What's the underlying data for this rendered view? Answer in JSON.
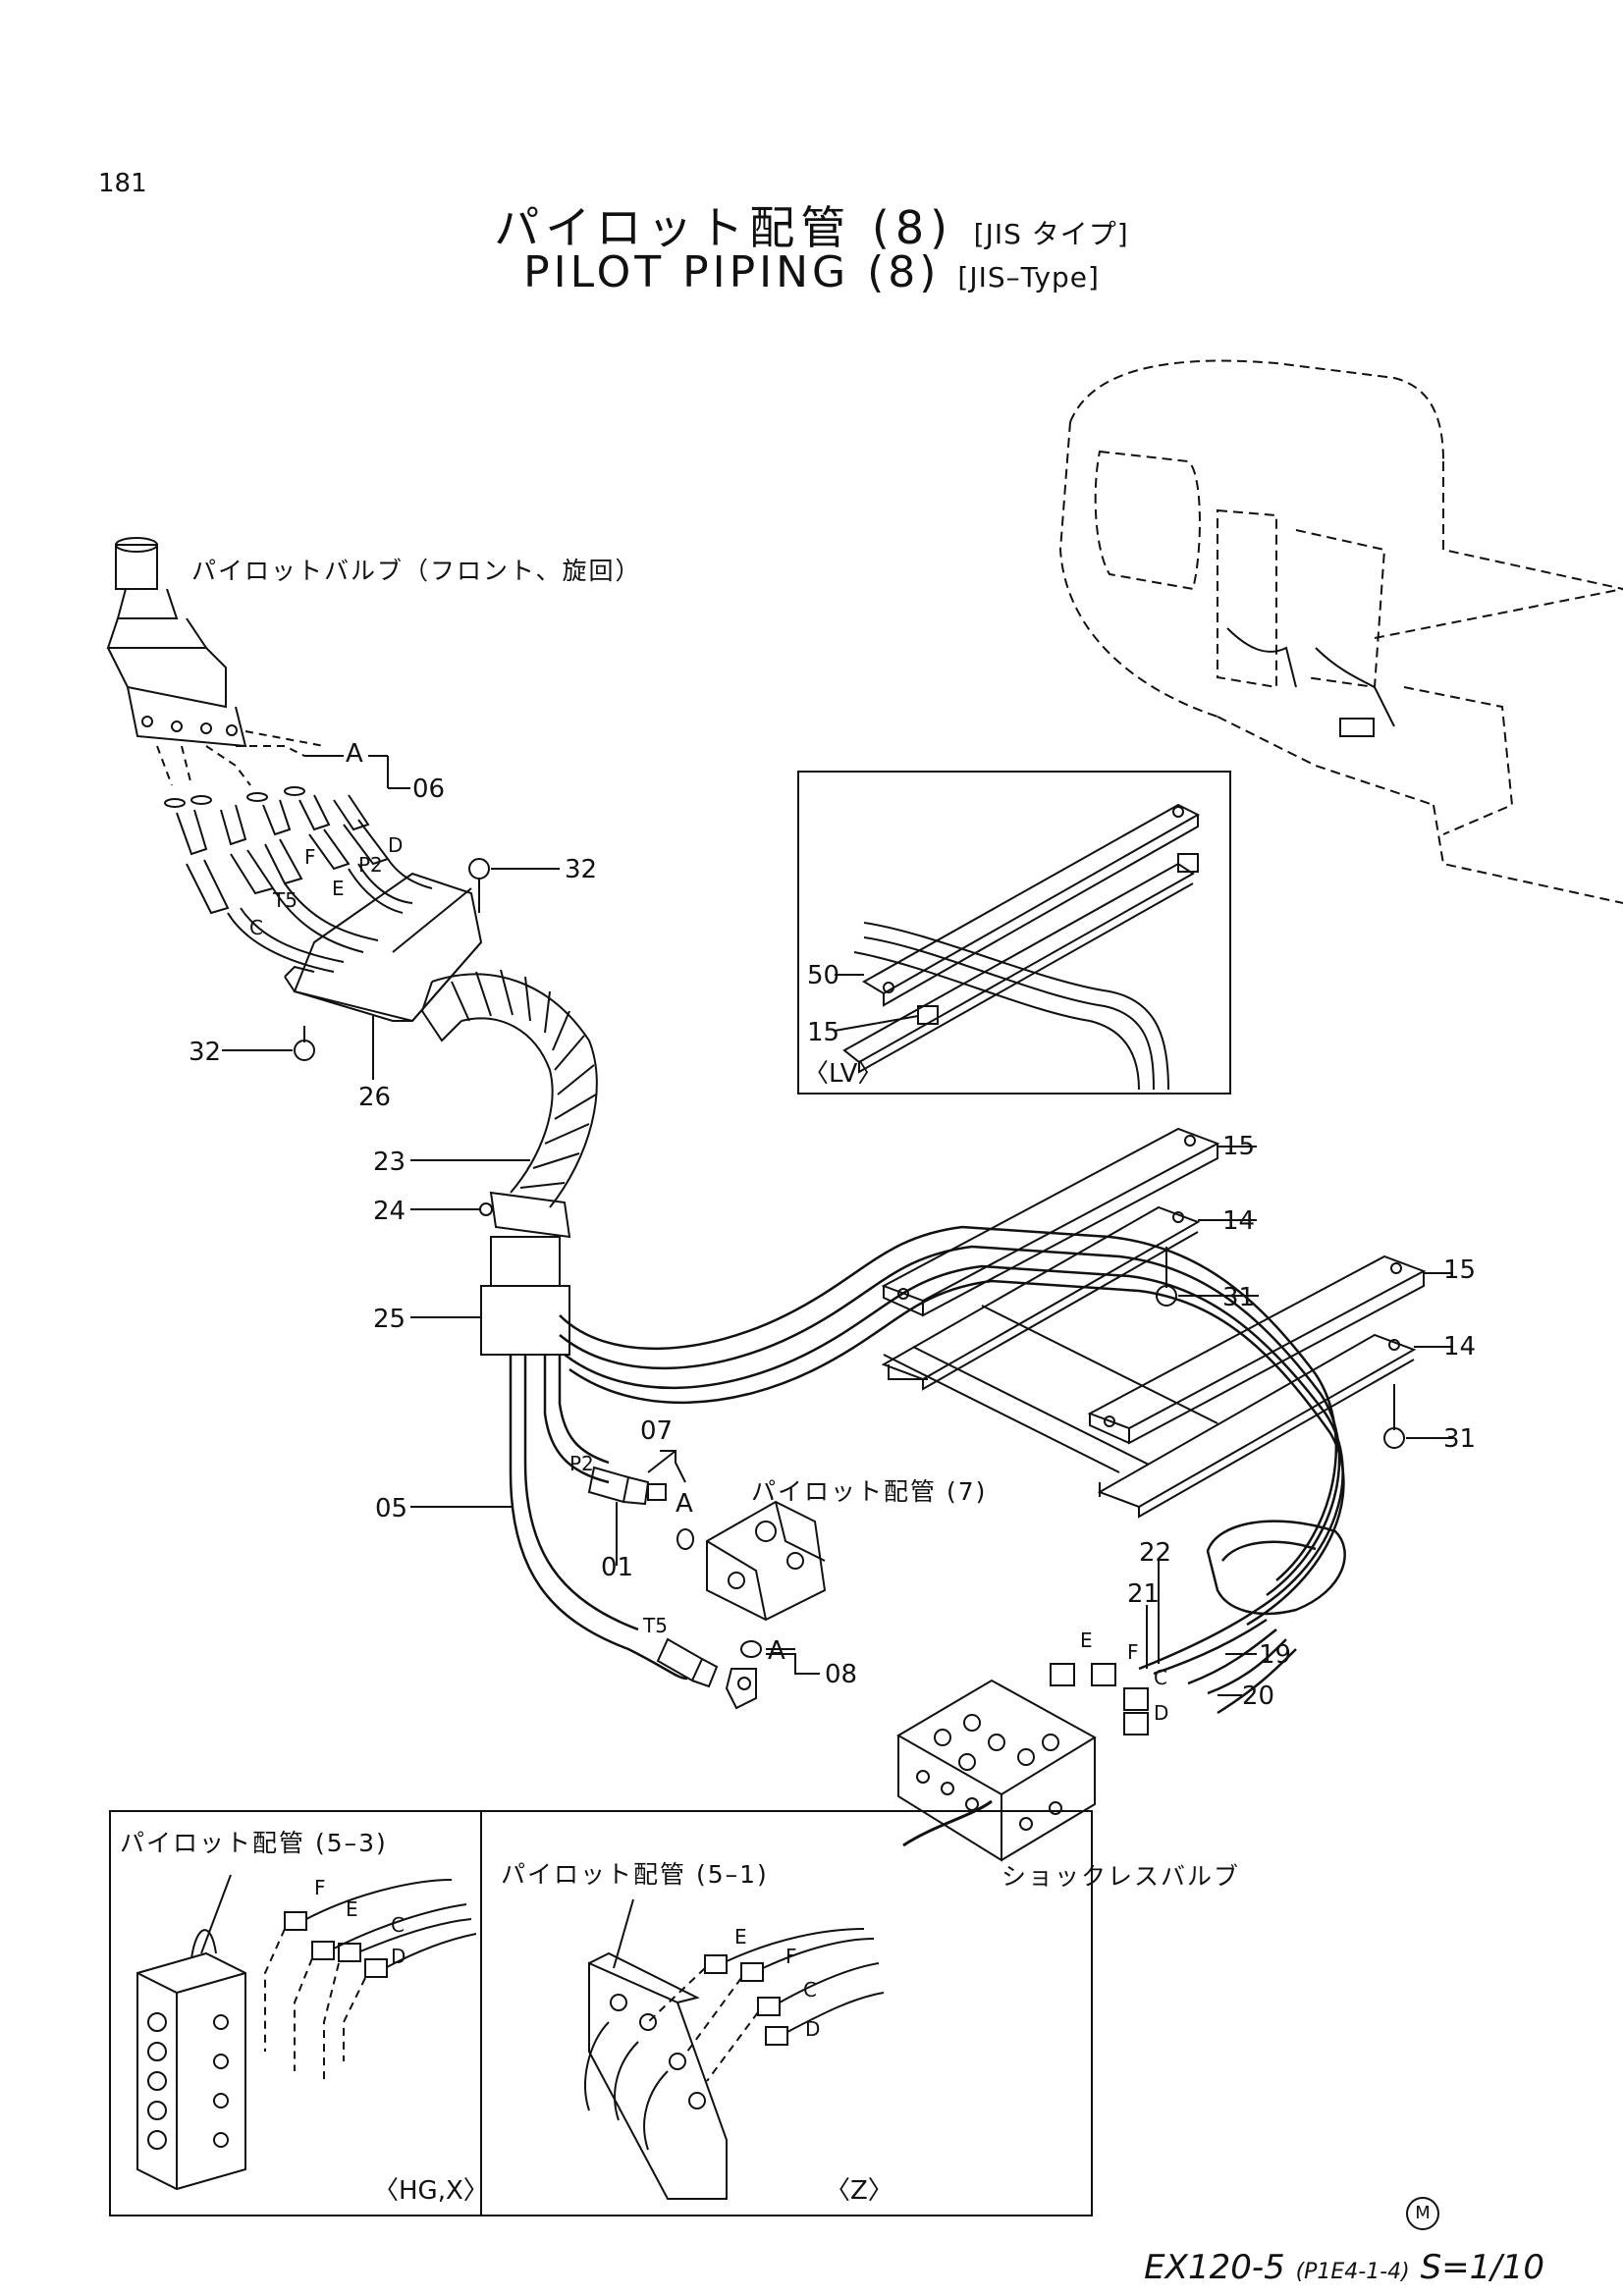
{
  "page_number": "181",
  "title": {
    "jp_main": "パイロット配管 (8)",
    "jp_sub": "[JIS タイプ]",
    "en_main": "PILOT PIPING (8)",
    "en_sub": "[JIS–Type]"
  },
  "callouts": {
    "pilot_valve_front": "パイロットバルブ（フロント、旋回）",
    "pilot_piping_7": "パイロット配管 (7)",
    "shockless_valve": "ショックレスバルブ",
    "pilot_piping_5_3": "パイロット配管 (5–3)",
    "pilot_piping_5_1": "パイロット配管 (5–1)"
  },
  "view_labels": {
    "lv": "〈LV〉",
    "hgx": "〈HG,X〉",
    "z": "〈Z〉"
  },
  "part_numbers": {
    "p06": "06",
    "p32a": "32",
    "p32b": "32",
    "p26": "26",
    "p23": "23",
    "p24": "24",
    "p25": "25",
    "p05": "05",
    "p07": "07",
    "p01": "01",
    "p08": "08",
    "p50": "50",
    "p15lv": "15",
    "p15a": "15",
    "p14a": "14",
    "p31a": "31",
    "p15b": "15",
    "p14b": "14",
    "p31b": "31",
    "p22": "22",
    "p21": "21",
    "p19": "19",
    "p20": "20"
  },
  "port_letters": {
    "a": "A",
    "a2": "A",
    "a3": "A",
    "p2": "P2",
    "p2b": "P2",
    "t5": "T5",
    "t5b": "T5",
    "c": "C",
    "d": "D",
    "e": "E",
    "f": "F",
    "e2": "E",
    "f2": "F",
    "c2": "C",
    "d2": "D",
    "f3": "F",
    "e3": "E",
    "c3": "C",
    "d3": "D",
    "e4": "E",
    "f4": "F",
    "c4": "C",
    "d4": "D"
  },
  "footer": {
    "model": "EX120-5",
    "code": "(P1E4-1-4)",
    "scale": "S=1/10",
    "mark": "M"
  }
}
